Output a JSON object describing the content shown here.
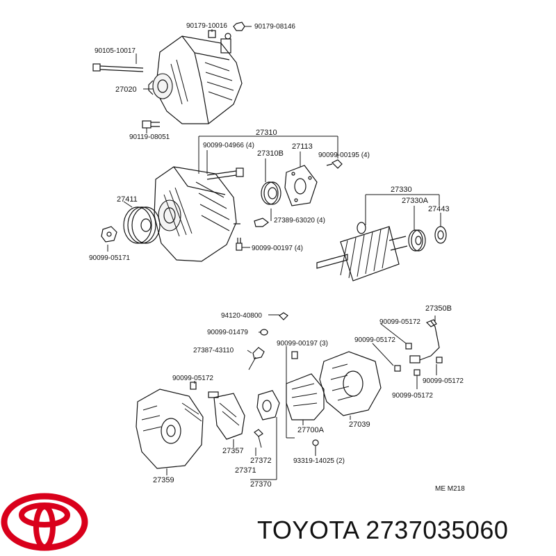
{
  "labels": {
    "p90179_10016": "90179-10016",
    "p90179_08146": "90179-08146",
    "p90105_10017": "90105-10017",
    "p27020": "27020",
    "p90119_08051": "90119-08051",
    "p27310": "27310",
    "p90099_04966": "90099-04966 (4)",
    "p27310B": "27310B",
    "p27113": "27113",
    "p90099_00195": "90099-00195 (4)",
    "p27411": "27411",
    "p27389_63020": "27389-63020 (4)",
    "p90099_00197a": "90099-00197 (4)",
    "p90099_05171": "90099-05171",
    "p27330": "27330",
    "p27330A": "27330A",
    "p27443": "27443",
    "p94120_40800": "94120-40800",
    "p90099_01479": "90099-01479",
    "p27387_43110": "27387-43110",
    "p90099_00197b": "90099-00197 (3)",
    "p27350B": "27350B",
    "p90099_05172a": "90099-05172",
    "p90099_05172b": "90099-05172",
    "p90099_05172c": "90099-05172",
    "p90099_05172d": "90099-05172",
    "p90099_05172e": "90099-05172",
    "p27039": "27039",
    "p27700A": "27700A",
    "p93319_14025": "93319-14025 (2)",
    "p27357": "27357",
    "p27372": "27372",
    "p27371": "27371",
    "p27370": "27370",
    "p27359": "27359",
    "me_code": "ME  M218"
  },
  "brand": {
    "name": "TOYOTA",
    "part_number": "2737035060",
    "logo": "toyota-logo",
    "logo_color": "#d9001b"
  }
}
